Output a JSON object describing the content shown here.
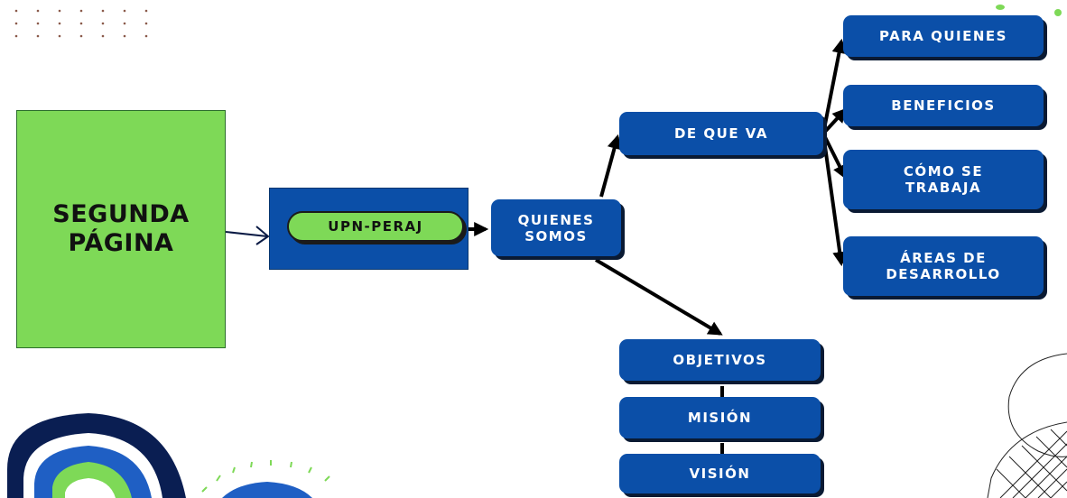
{
  "diagram": {
    "start_label": "SEGUNDA\nPÁGINA",
    "upn_label": "UPN-PERAJ",
    "quienes_label": "QUIENES\nSOMOS",
    "dequeva_label": "DE QUE VA",
    "branches": [
      {
        "label": "PARA QUIENES"
      },
      {
        "label": "BENEFICIOS"
      },
      {
        "label": "CÓMO SE\nTRABAJA"
      },
      {
        "label": "ÁREAS DE\nDESARROLLO"
      }
    ],
    "stack": [
      {
        "label": "OBJETIVOS"
      },
      {
        "label": "MISIÓN"
      },
      {
        "label": "VISIÓN"
      }
    ]
  },
  "colors": {
    "node_blue": "#0b4fa8",
    "accent_green": "#7ed957",
    "navy": "#0a2a66",
    "arrow": "#000000"
  }
}
